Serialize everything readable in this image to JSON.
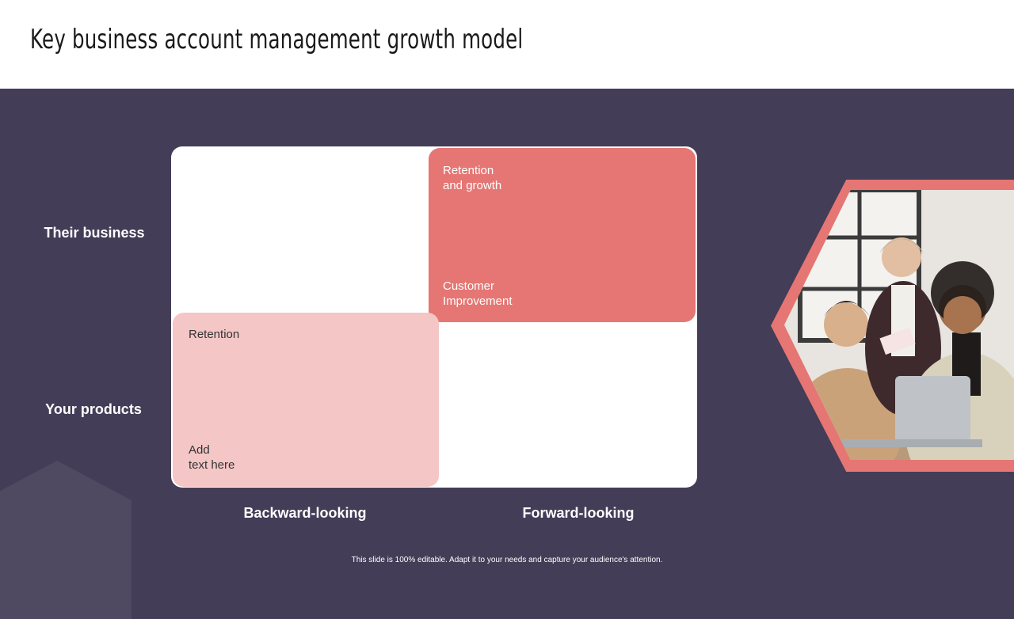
{
  "title": "Key business account management growth model",
  "rows": {
    "top": "Their business",
    "bottom": "Your products"
  },
  "columns": {
    "left": "Backward-looking",
    "right": "Forward-looking"
  },
  "quadrants": {
    "top_right": {
      "heading": "Retention\nand growth",
      "footer": "Customer\nImprovement"
    },
    "bottom_left": {
      "heading": "Retention",
      "footer": "Add\ntext here"
    }
  },
  "footer": "This slide is 100% editable. Adapt it to your needs and capture your audience's attention.",
  "colors": {
    "background": "#433d57",
    "accent": "#e57673",
    "accent_light": "#f4c6c6"
  }
}
